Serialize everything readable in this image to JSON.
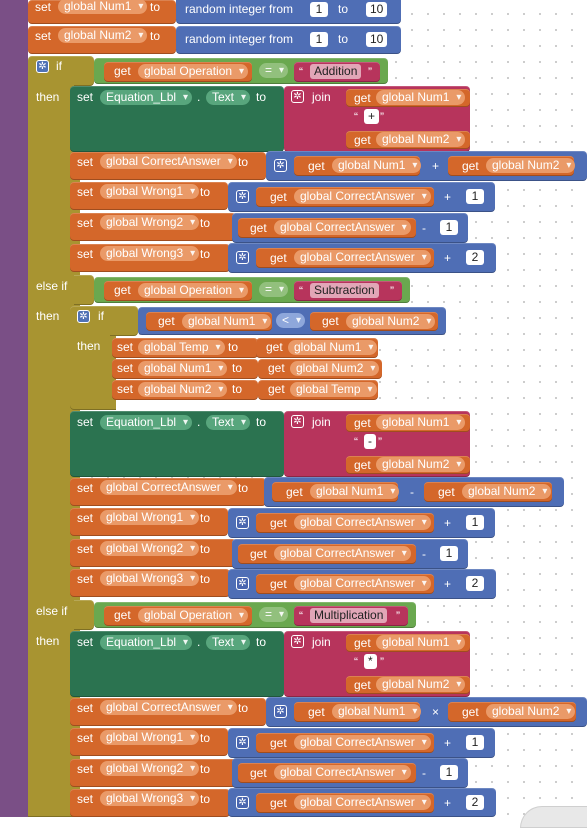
{
  "kw": {
    "set": "set",
    "to": "to",
    "get": "get",
    "if": "if",
    "then": "then",
    "else_if": "else if",
    "join": "join",
    "random": "random integer from"
  },
  "vars": {
    "num1": "global Num1",
    "num2": "global Num2",
    "operation": "global Operation",
    "correct": "global CorrectAnswer",
    "wrong1": "global Wrong1",
    "wrong2": "global Wrong2",
    "wrong3": "global Wrong3",
    "temp": "global Temp"
  },
  "component": {
    "name": "Equation_Lbl",
    "property": "Text"
  },
  "ops": {
    "eq": "=",
    "lt": "<",
    "plus": "+",
    "minus": "-",
    "times": "×"
  },
  "strings": {
    "addition": "Addition",
    "subtraction": "Subtraction",
    "multiplication": "Multiplication",
    "plus": "+",
    "minus": "-",
    "star": "*",
    "open_q": "“",
    "close_q": "”"
  },
  "numbers": {
    "one": "1",
    "ten": "10",
    "two": "2"
  },
  "colors": {
    "variables": "#d4672a",
    "control": "#a89431",
    "math": "#4f6eb5",
    "text": "#b7345c",
    "component": "#2b7350",
    "logic": "#6aa84f",
    "procedure_stripe": "#7a4f86"
  }
}
